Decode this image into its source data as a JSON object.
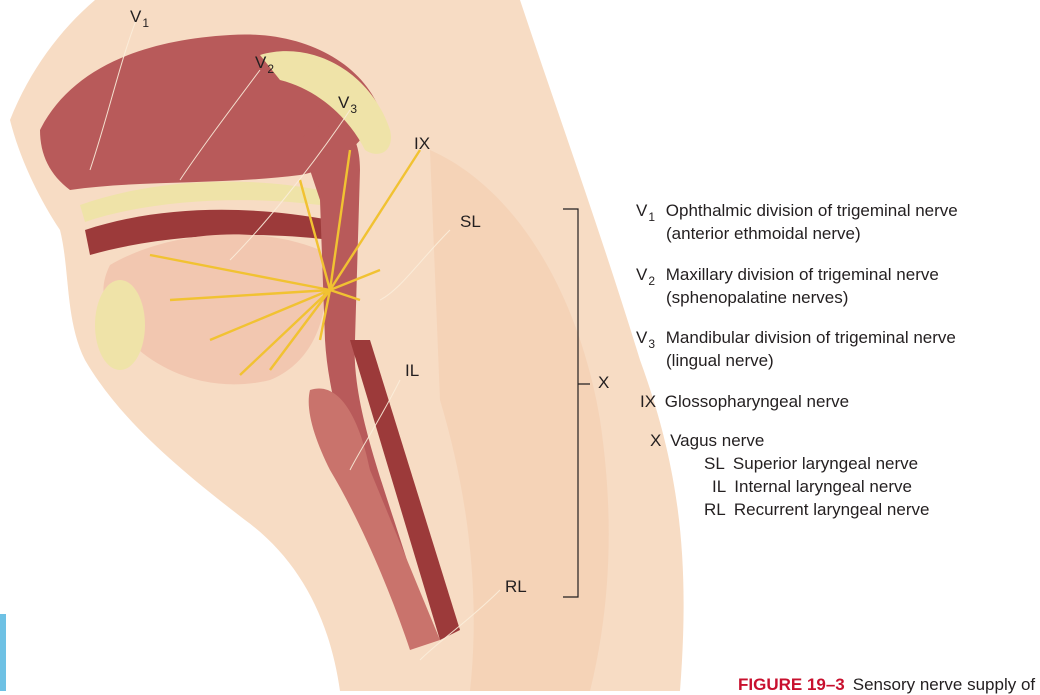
{
  "labels": {
    "v1": {
      "base": "V",
      "sub": "1"
    },
    "v2": {
      "base": "V",
      "sub": "2"
    },
    "v3": {
      "base": "V",
      "sub": "3"
    },
    "ix": "IX",
    "sl": "SL",
    "il": "IL",
    "rl": "RL",
    "x": "X"
  },
  "legend": [
    {
      "base": "V",
      "sub": "1",
      "text1": "Ophthalmic division of trigeminal nerve",
      "text2": "(anterior ethmoidal nerve)"
    },
    {
      "base": "V",
      "sub": "2",
      "text1": "Maxillary division of trigeminal nerve",
      "text2": "(sphenopalatine nerves)"
    },
    {
      "base": "V",
      "sub": "3",
      "text1": "Mandibular division of trigeminal nerve",
      "text2": "(lingual nerve)"
    },
    {
      "base": "IX",
      "sub": "",
      "text1": "Glossopharyngeal nerve"
    },
    {
      "base": "X",
      "sub": "",
      "text1": "Vagus nerve"
    },
    {
      "base": "SL",
      "text1": "Superior laryngeal nerve"
    },
    {
      "base": "IL",
      "text1": "Internal laryngeal nerve"
    },
    {
      "base": "RL",
      "text1": "Recurrent laryngeal nerve"
    }
  ],
  "caption": {
    "figure": "FIGURE 19–3",
    "text": "Sensory nerve supply of the"
  },
  "colors": {
    "skin": "#f7dcc4",
    "tissue": "#b85a5a",
    "dark_tissue": "#9c3a3a",
    "nerve_yellow": "#f1c232",
    "caption_red": "#c8102e",
    "accent_bar": "#6ec1e4"
  }
}
